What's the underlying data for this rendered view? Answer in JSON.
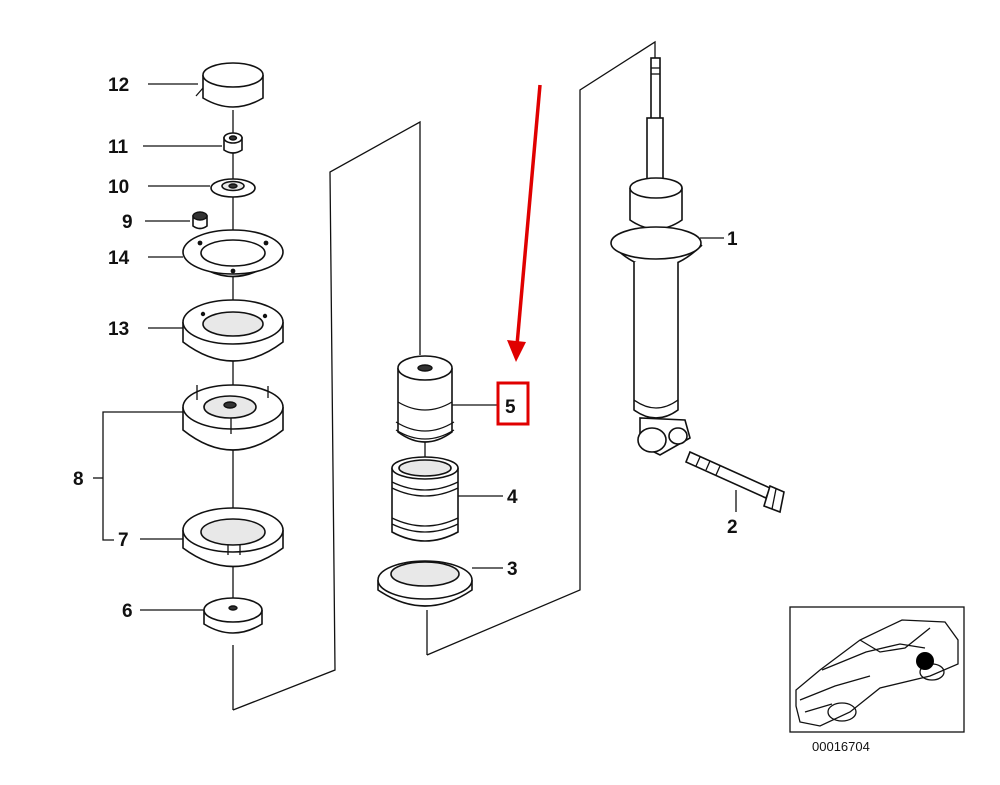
{
  "callouts": [
    {
      "id": "12",
      "text": "12"
    },
    {
      "id": "11",
      "text": "11"
    },
    {
      "id": "10",
      "text": "10"
    },
    {
      "id": "9",
      "text": "9"
    },
    {
      "id": "14",
      "text": "14"
    },
    {
      "id": "13",
      "text": "13"
    },
    {
      "id": "8",
      "text": "8"
    },
    {
      "id": "7",
      "text": "7"
    },
    {
      "id": "6",
      "text": "6"
    },
    {
      "id": "5",
      "text": "5"
    },
    {
      "id": "4",
      "text": "4"
    },
    {
      "id": "3",
      "text": "3"
    },
    {
      "id": "1",
      "text": "1"
    },
    {
      "id": "2",
      "text": "2"
    }
  ],
  "highlight": {
    "target": "5",
    "color": "#e00000"
  },
  "reference_number": "00016704"
}
